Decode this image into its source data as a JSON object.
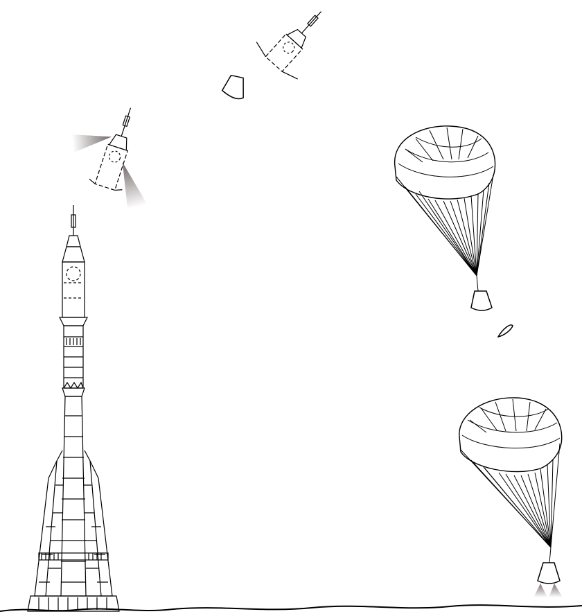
{
  "figure": {
    "description_free": true,
    "colors": {
      "line": "#000000",
      "background": "#ffffff",
      "exhaust_dark": "#6e6464",
      "exhaust_light": "#ffffff"
    },
    "stages": [
      {
        "id": "launch",
        "icon": "rocket-on-pad"
      },
      {
        "id": "separation",
        "icon": "booster-separation"
      },
      {
        "id": "escape-tower-jettison",
        "icon": "tower-jettison"
      },
      {
        "id": "main-parachute",
        "icon": "parachute-descent"
      },
      {
        "id": "heat-shield-release",
        "icon": "heat-shield"
      },
      {
        "id": "soft-landing",
        "icon": "parachute-landing-retro"
      }
    ]
  }
}
